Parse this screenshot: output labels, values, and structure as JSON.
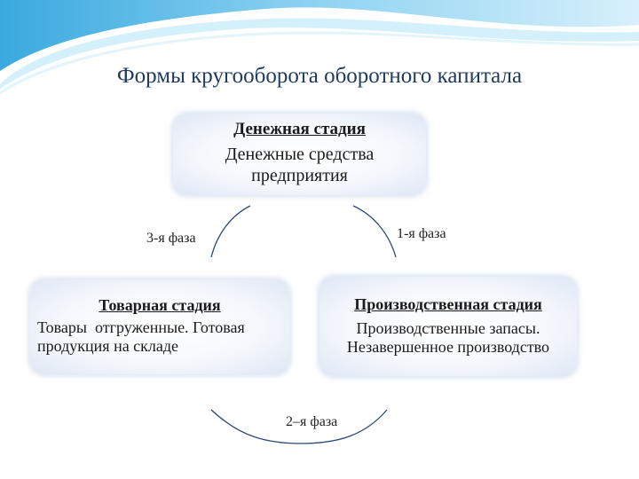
{
  "title": "Формы кругооборота оборотного капитала",
  "stages": {
    "money": {
      "title": "Денежная стадия",
      "line1": "Денежные средства",
      "line2": "предприятия"
    },
    "goods": {
      "title": "Товарная стадия",
      "line1": "Товары  отгруженные. Готовая",
      "line2": "продукция на складе"
    },
    "production": {
      "title": "Производственная стадия",
      "line1": "Производственные запасы.",
      "line2": "Незавершенное производство"
    }
  },
  "phases": {
    "first": "1-я фаза",
    "second": "2–я фаза",
    "third": "3-я фаза"
  },
  "colors": {
    "title": "#1f3a5e",
    "arc": "#2b4a7a",
    "box_edge": "#dfe7f4",
    "wave_dark": "#4fb7e6",
    "wave_light": "#bfe6f7"
  }
}
